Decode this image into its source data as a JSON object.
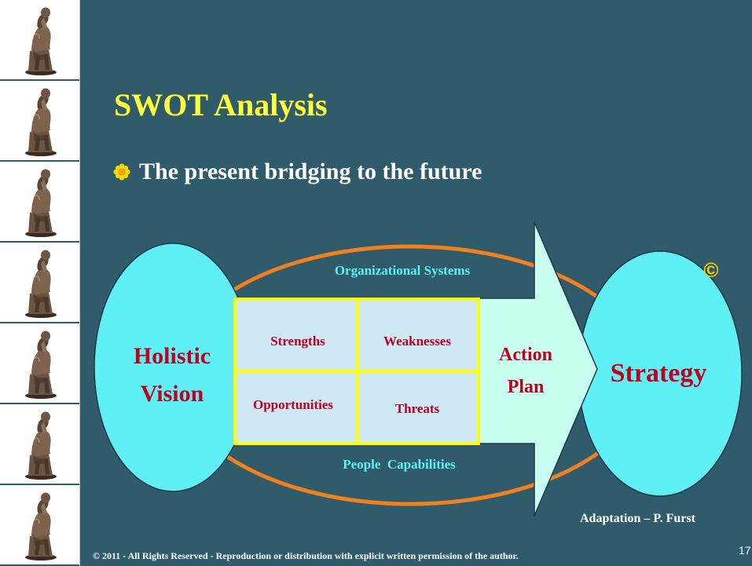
{
  "slide": {
    "title": "SWOT Analysis",
    "bullet": "The present bridging to the future",
    "footer": "© 2011 - All Rights Reserved - Reproduction or distribution with explicit written permission of the author.",
    "credit": "Adaptation – P. Furst",
    "page_number": "17",
    "copyright_symbol": "©"
  },
  "diagram": {
    "left_circle_line1": "Holistic",
    "left_circle_line2": "Vision",
    "top_label": "Organizational Systems",
    "bottom_label": "People  Capabilities",
    "quadrants": {
      "strengths": "Strengths",
      "weaknesses": "Weaknesses",
      "opportunities": "Opportunities",
      "threats": "Threats"
    },
    "arrow_line1": "Action",
    "arrow_line2": "Plan",
    "right_circle": "Strategy"
  },
  "icons": {
    "statue": "thinker-statue-icon",
    "bullet": "bullet-flower-icon"
  },
  "colors": {
    "background": "#2f5b6b",
    "title": "#ffff3c",
    "circle_fill": "#5ff0f6",
    "oval_stroke": "#f08020",
    "grid_border": "#ffff00",
    "grid_fill": "#cfe8f5",
    "arrow_fill": "#c8fff0",
    "label_red": "#c0001e",
    "label_cyan": "#5ff0f6",
    "copyright_yellow": "#ffd000"
  }
}
